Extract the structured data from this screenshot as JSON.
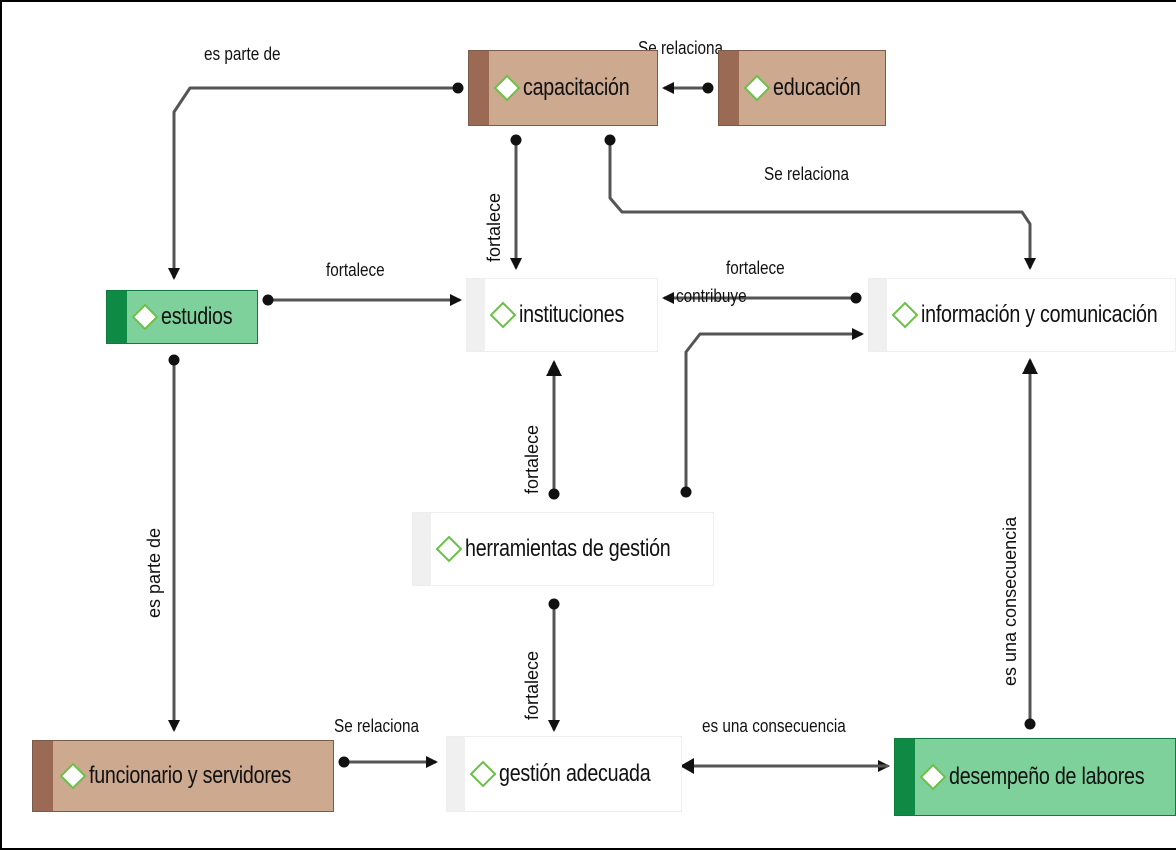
{
  "concepts": {
    "capacitacion": "capacitación",
    "educacion": "educación",
    "estudios": "estudios",
    "instituciones": "instituciones",
    "informacion": "información y comunicación",
    "herramientas": "herramientas de gestión",
    "funcionario": "funcionario y servidores",
    "gestion": "gestión adecuada",
    "desempeno": "desempeño de labores"
  },
  "links": {
    "es_parte_de_top": "es parte de",
    "se_relaciona_top": "Se relaciona",
    "fortalece_cap_inst": "fortalece",
    "se_relaciona_cap_info": "Se relaciona",
    "fortalece_est_inst": "fortalece",
    "fortalece_info_inst": "fortalece",
    "contribuye": "contribuye",
    "fortalece_inst_herr": "fortalece",
    "es_parte_de_left": "es parte de",
    "es_una_consecuencia_right": "es una consecuencia",
    "fortalece_herr_gest": "fortalece",
    "se_relaciona_bottom": "Se relaciona",
    "es_una_consecuencia_bottom": "es una consecuencia"
  },
  "icon": "concept-diamond-icon",
  "colors": {
    "brown_fill": "#cca98f",
    "brown_bar": "#9a6a55",
    "green_fill": "#7fd19b",
    "green_bar": "#0f8a45",
    "line": "#555555",
    "diamond": "#6cc04a"
  }
}
